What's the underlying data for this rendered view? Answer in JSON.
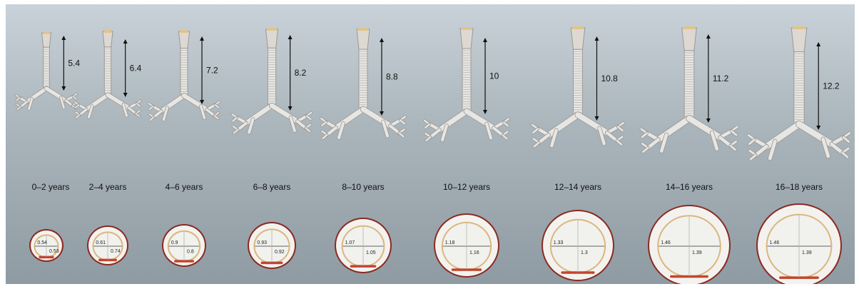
{
  "figure": {
    "age_groups": [
      {
        "age": "0–2 years",
        "length": "5.4",
        "sagittal": "0.54",
        "coronal": "0.53"
      },
      {
        "age": "2–4 years",
        "length": "6.4",
        "sagittal": "0.61",
        "coronal": "0.74"
      },
      {
        "age": "4–6 years",
        "length": "7.2",
        "sagittal": "0.9",
        "coronal": "0.8"
      },
      {
        "age": "6–8 years",
        "length": "8.2",
        "sagittal": "0.93",
        "coronal": "0.92"
      },
      {
        "age": "8–10 years",
        "length": "8.8",
        "sagittal": "1.07",
        "coronal": "1.05"
      },
      {
        "age": "10–12 years",
        "length": "10",
        "sagittal": "1.18",
        "coronal": "1.16"
      },
      {
        "age": "12–14 years",
        "length": "10.8",
        "sagittal": "1.33",
        "coronal": "1.3"
      },
      {
        "age": "14–16 years",
        "length": "11.2",
        "sagittal": "1.46",
        "coronal": "1.39"
      },
      {
        "age": "16–18 years",
        "length": "12.2",
        "sagittal": "1.46",
        "coronal": "1.39"
      }
    ],
    "colors": {
      "trachea": "#e8e6e2",
      "trachea_shade": "#9a9894",
      "ring_outer": "#8a2a22",
      "ring_cartilage": "#f4f2ef",
      "ring_inner": "#d9b77e",
      "lumen": "#f1f1ee",
      "muscle": "#c0462f"
    }
  }
}
